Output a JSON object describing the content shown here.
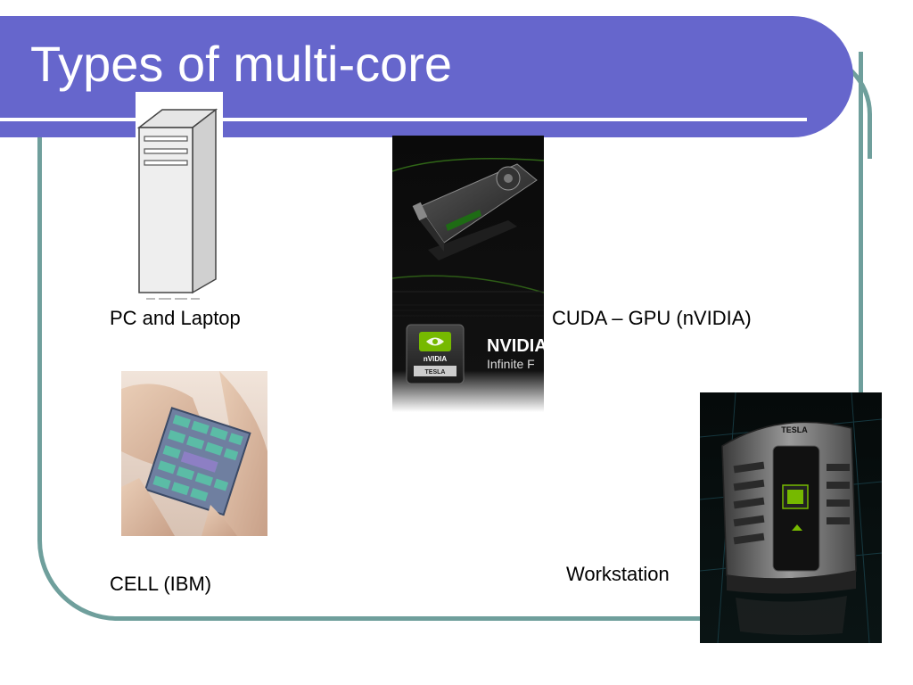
{
  "slide": {
    "title": "Types of multi-core",
    "colors": {
      "banner": "#6666cc",
      "frame": "#6f9f9c",
      "title_text": "#ffffff"
    }
  },
  "items": [
    {
      "caption": "PC and Laptop",
      "image": "pc-tower-icon"
    },
    {
      "caption": "CUDA – GPU (nVIDIA)",
      "image": "nvidia-tesla-gpu-card-image"
    },
    {
      "caption": "CELL (IBM)",
      "image": "cell-processor-chip-image"
    },
    {
      "caption": "Workstation",
      "image": "tesla-workstation-image"
    }
  ],
  "gpu_image_text": {
    "brand_badge": "nVIDIA",
    "sub_badge": "TESLA",
    "brand": "NVIDIA",
    "tagline": "Infinite F"
  },
  "workstation_image_text": {
    "label": "TESLA"
  }
}
